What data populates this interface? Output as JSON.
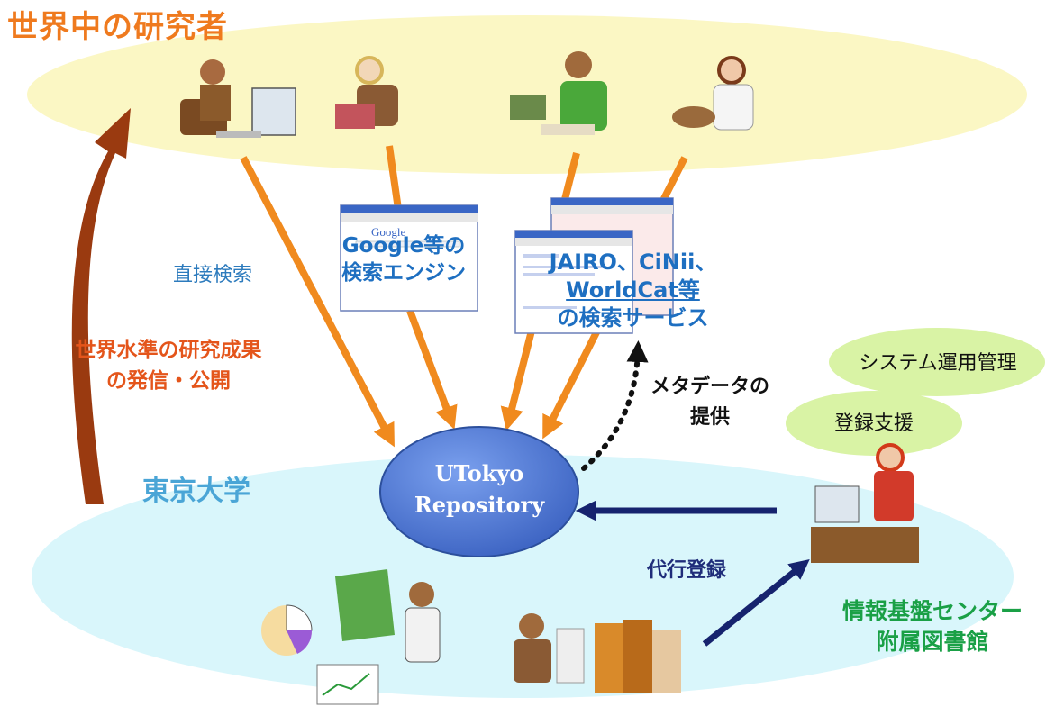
{
  "labels": {
    "world_researchers": "世界中の研究者",
    "tokyo_univ": "東京大学",
    "direct_search": "直接検索",
    "google_line1": "Google等の",
    "google_line2": "検索エンジン",
    "services_line1": "JAIRO、CiNii、",
    "services_line2": "WorldCat等",
    "services_line3": "の検索サービス",
    "publish_line1": "世界水準の研究成果",
    "publish_line2": "の発信・公開",
    "metadata_line1": "メタデータの",
    "metadata_line2": "提供",
    "proxy_registration": "代行登録",
    "library_line1": "情報基盤センター",
    "library_line2": "附属図書館",
    "system_management": "システム運用管理",
    "registration_support": "登録支援",
    "repository_line1": "UTokyo",
    "repository_line2": "Repository"
  },
  "colors": {
    "world_title": "#ef7a1e",
    "tokyo_title": "#4aa5d6",
    "search_arrows": "#f08a1e",
    "publish_arrow": "#9a3a10",
    "navy_arrows": "#16236e",
    "library_text": "#1aa046",
    "repository_fill": "#4a78d8",
    "world_ellipse": "#fbf7c4",
    "tokyo_ellipse": "#d9f6fb",
    "cloud_fill": "#d9f3a5"
  }
}
